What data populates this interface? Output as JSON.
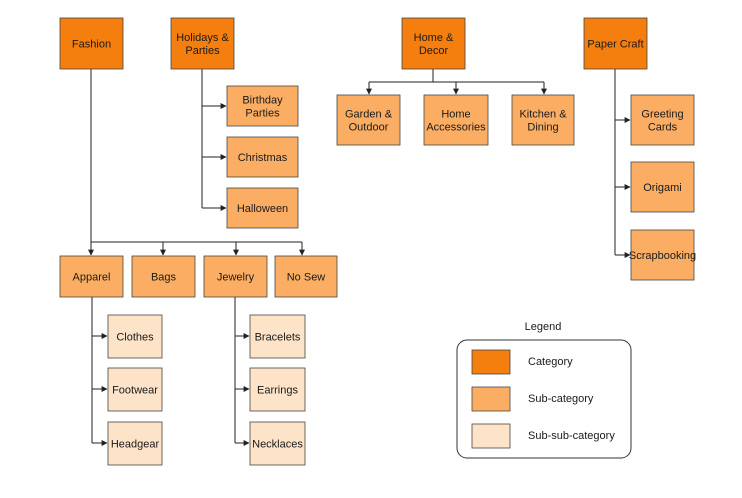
{
  "colors": {
    "category": "#F57F0E",
    "sub_category": "#FBAE63",
    "sub_sub_category": "#FDE3C8",
    "stroke": "#444444",
    "connector": "#222222",
    "legend_border": "#333333"
  },
  "nodes": {
    "fashion": [
      "Fashion"
    ],
    "holidays": [
      "Holidays &",
      "Parties"
    ],
    "home_decor": [
      "Home &",
      "Decor"
    ],
    "paper_craft": [
      "Paper Craft"
    ],
    "birthday": [
      "Birthday",
      "Parties"
    ],
    "christmas": [
      "Christmas"
    ],
    "halloween": [
      "Halloween"
    ],
    "garden": [
      "Garden &",
      "Outdoor"
    ],
    "home_acc": [
      "Home",
      "Accessories"
    ],
    "kitchen": [
      "Kitchen &",
      "Dining"
    ],
    "greeting": [
      "Greeting",
      "Cards"
    ],
    "origami": [
      "Origami"
    ],
    "scrapbooking": [
      "Scrapbooking"
    ],
    "apparel": [
      "Apparel"
    ],
    "bags": [
      "Bags"
    ],
    "jewelry": [
      "Jewelry"
    ],
    "no_sew": [
      "No Sew"
    ],
    "clothes": [
      "Clothes"
    ],
    "footwear": [
      "Footwear"
    ],
    "headgear": [
      "Headgear"
    ],
    "bracelets": [
      "Bracelets"
    ],
    "earrings": [
      "Earrings"
    ],
    "necklaces": [
      "Necklaces"
    ]
  },
  "legend": {
    "title": "Legend",
    "items": [
      {
        "label": "Category",
        "level": "category"
      },
      {
        "label": "Sub-category",
        "level": "sub_category"
      },
      {
        "label": "Sub-sub-category",
        "level": "sub_sub_category"
      }
    ]
  }
}
